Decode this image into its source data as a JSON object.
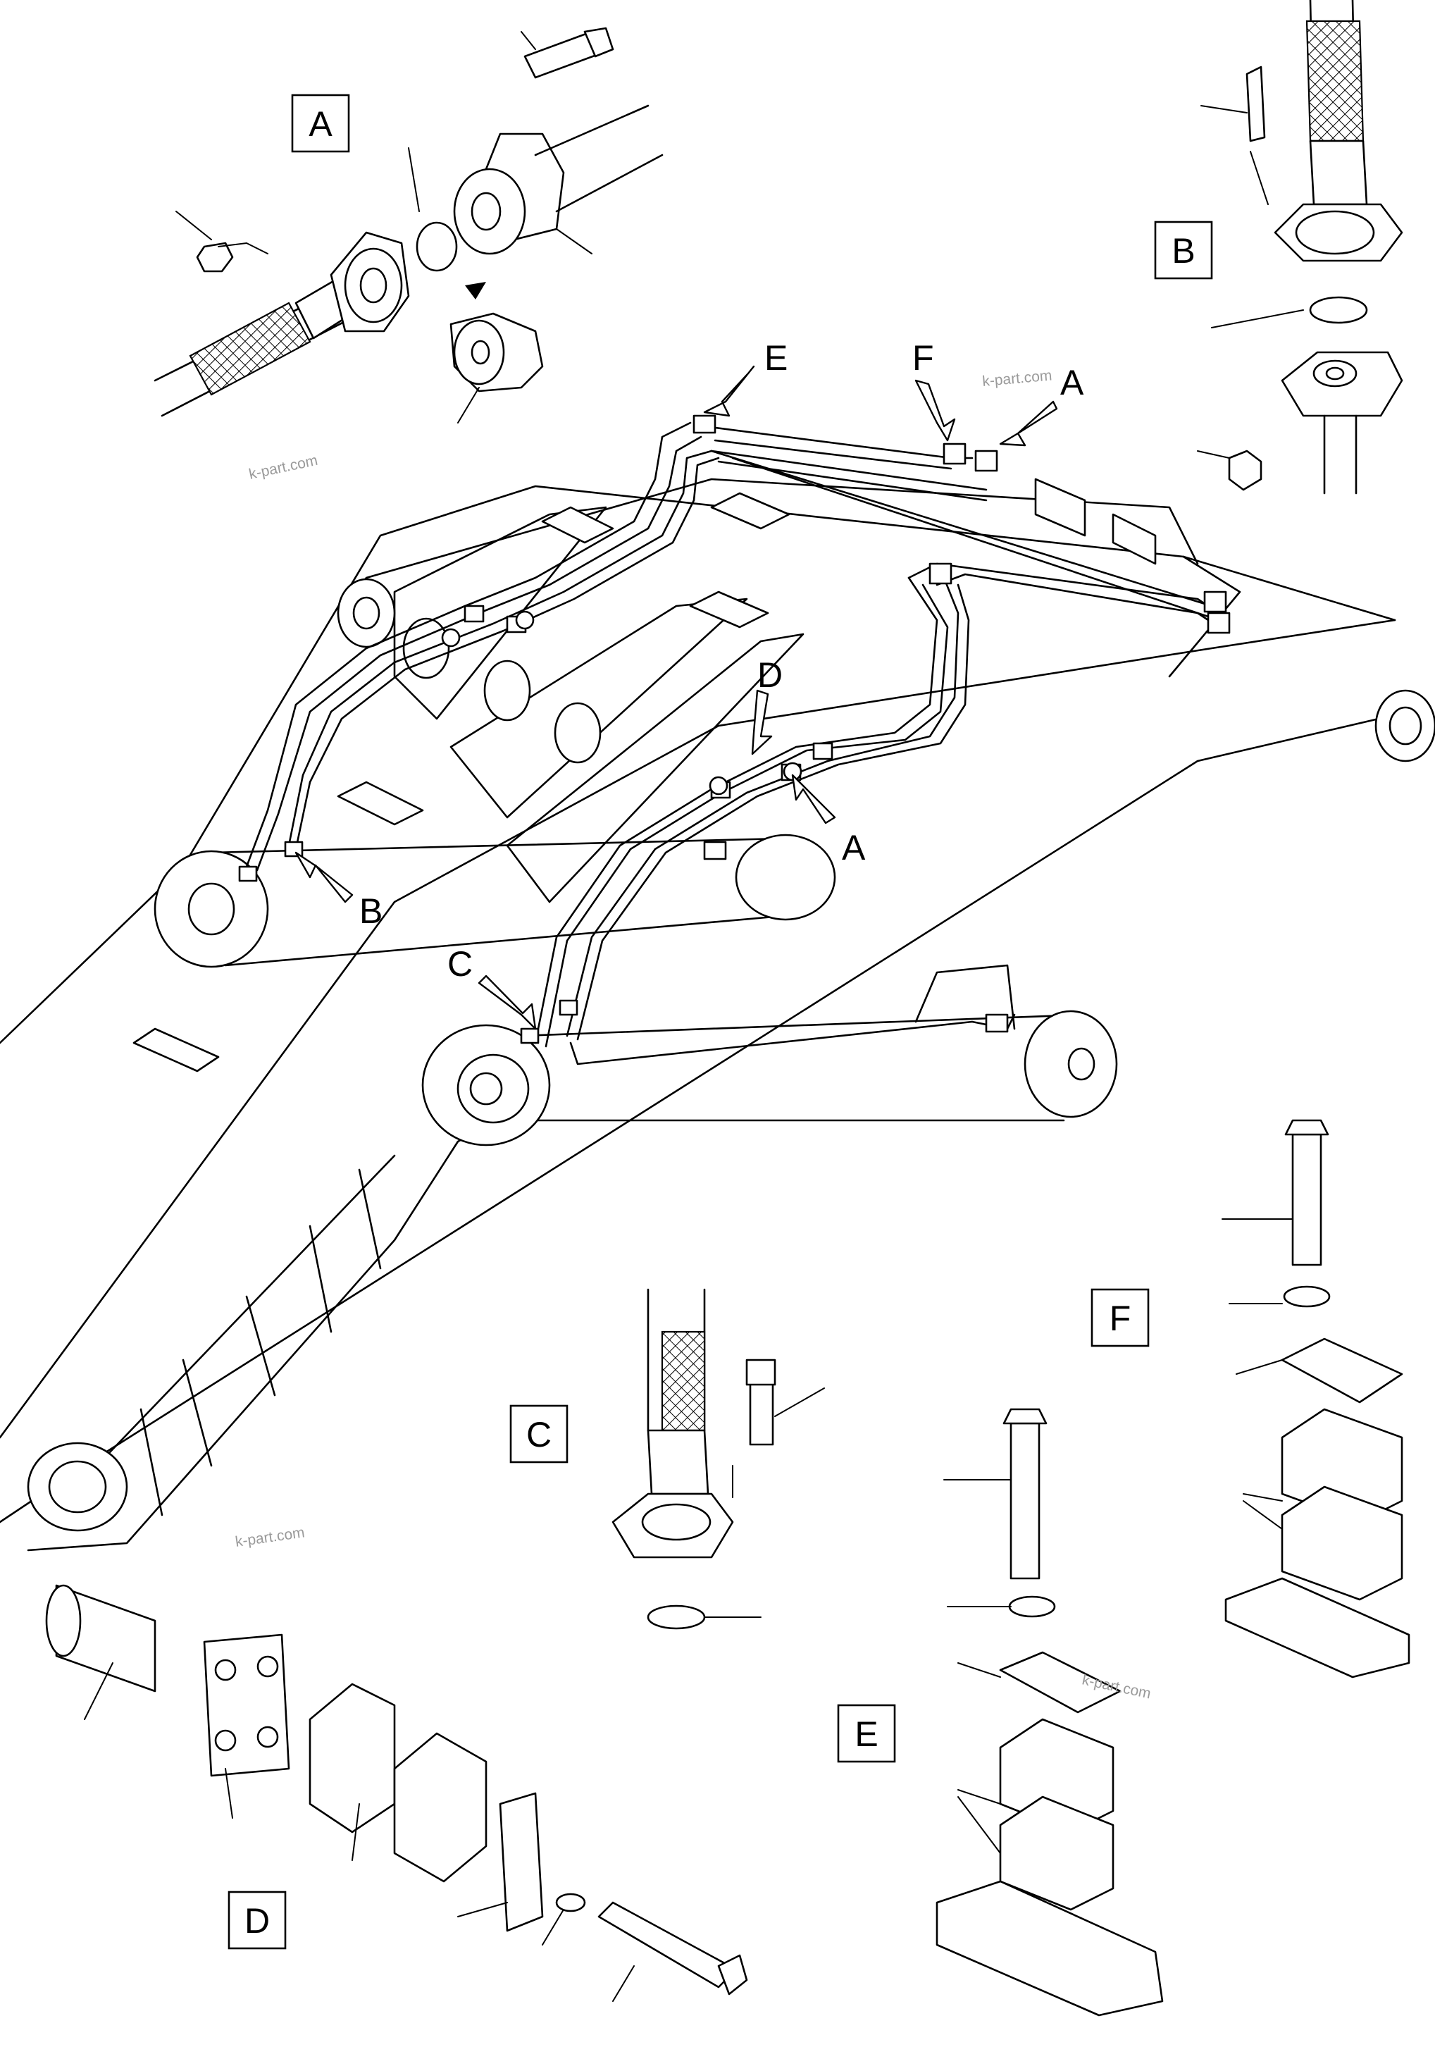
{
  "drawing": {
    "boxed_labels": [
      "A",
      "B",
      "C",
      "D",
      "E",
      "F"
    ],
    "arrow_labels": [
      "E",
      "F",
      "A",
      "D",
      "A",
      "B",
      "C"
    ],
    "watermark": "k-part.com"
  }
}
